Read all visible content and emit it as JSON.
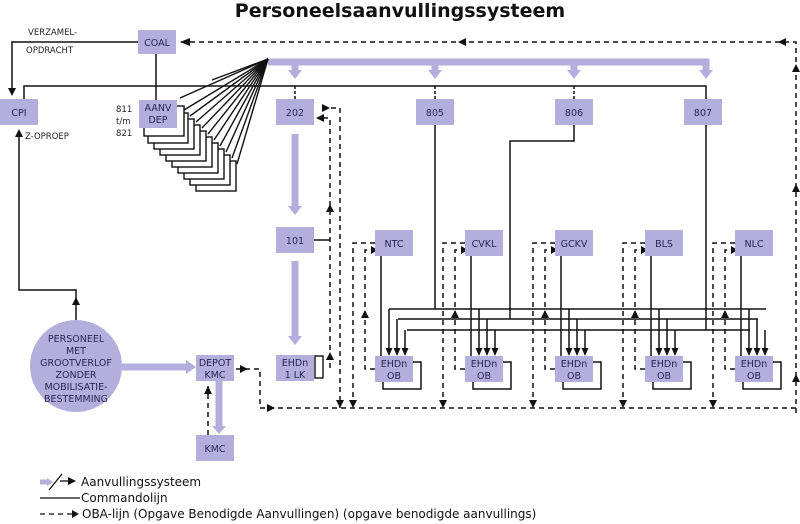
{
  "title": "Personeelsaanvullingssysteem",
  "colors": {
    "node_fill": "#b3aedb",
    "node_text": "#2a2550",
    "line": "#111111"
  },
  "nodes": {
    "coal": "COAL",
    "cpi": "CPI",
    "aanv_dep": [
      "AANV",
      "DEP"
    ],
    "n202": "202",
    "n805": "805",
    "n806": "806",
    "n807": "807",
    "n101": "101",
    "ehdn_1lk": [
      "EHDn",
      "1 LK"
    ],
    "depot_kmc": [
      "DEPOT",
      "KMC"
    ],
    "kmc": "KMC",
    "personeel": [
      "PERSONEEL",
      "MET",
      "GROOTVERLOF",
      "ZONDER",
      "MOBILISATIE-",
      "BESTEMMING"
    ],
    "units": [
      "NTC",
      "CVKL",
      "GCKV",
      "BLS",
      "NLC"
    ],
    "ehdn_ob": [
      "EHDn",
      "OB"
    ]
  },
  "labels": {
    "verzamel": "VERZAMEL-",
    "opdracht": "OPDRACHT",
    "z_oproep": "Z-OPROEP",
    "range": [
      "811",
      "t/m",
      "821"
    ]
  },
  "legend": [
    {
      "type": "supply",
      "label": "Aanvullingssysteem"
    },
    {
      "type": "command",
      "label": "Commandolijn"
    },
    {
      "type": "oba",
      "label": "OBA-lijn (Opgave Benodigde Aanvullingen) (opgave benodigde aanvullings)"
    }
  ]
}
